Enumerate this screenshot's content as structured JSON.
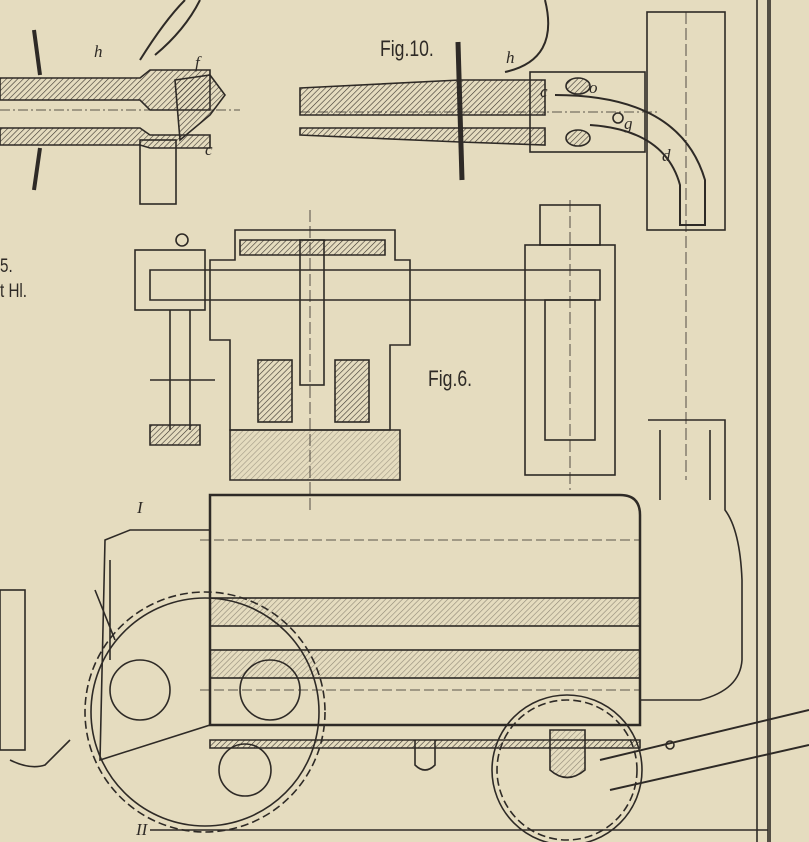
{
  "figures": {
    "fig10": {
      "title": "Fig.10.",
      "letters": [
        "h",
        "c",
        "o",
        "g",
        "d"
      ]
    },
    "fig6": {
      "title": "Fig.6."
    },
    "fig_left": {
      "letters": [
        "h",
        "f",
        "c"
      ]
    },
    "section_markers": [
      "I",
      "II"
    ]
  },
  "side_caption": {
    "number": "5.",
    "text": "t Hl."
  },
  "colors": {
    "paper": "#e5dcbf",
    "ink": "#2e2a26",
    "hatch": "#8a8070"
  }
}
